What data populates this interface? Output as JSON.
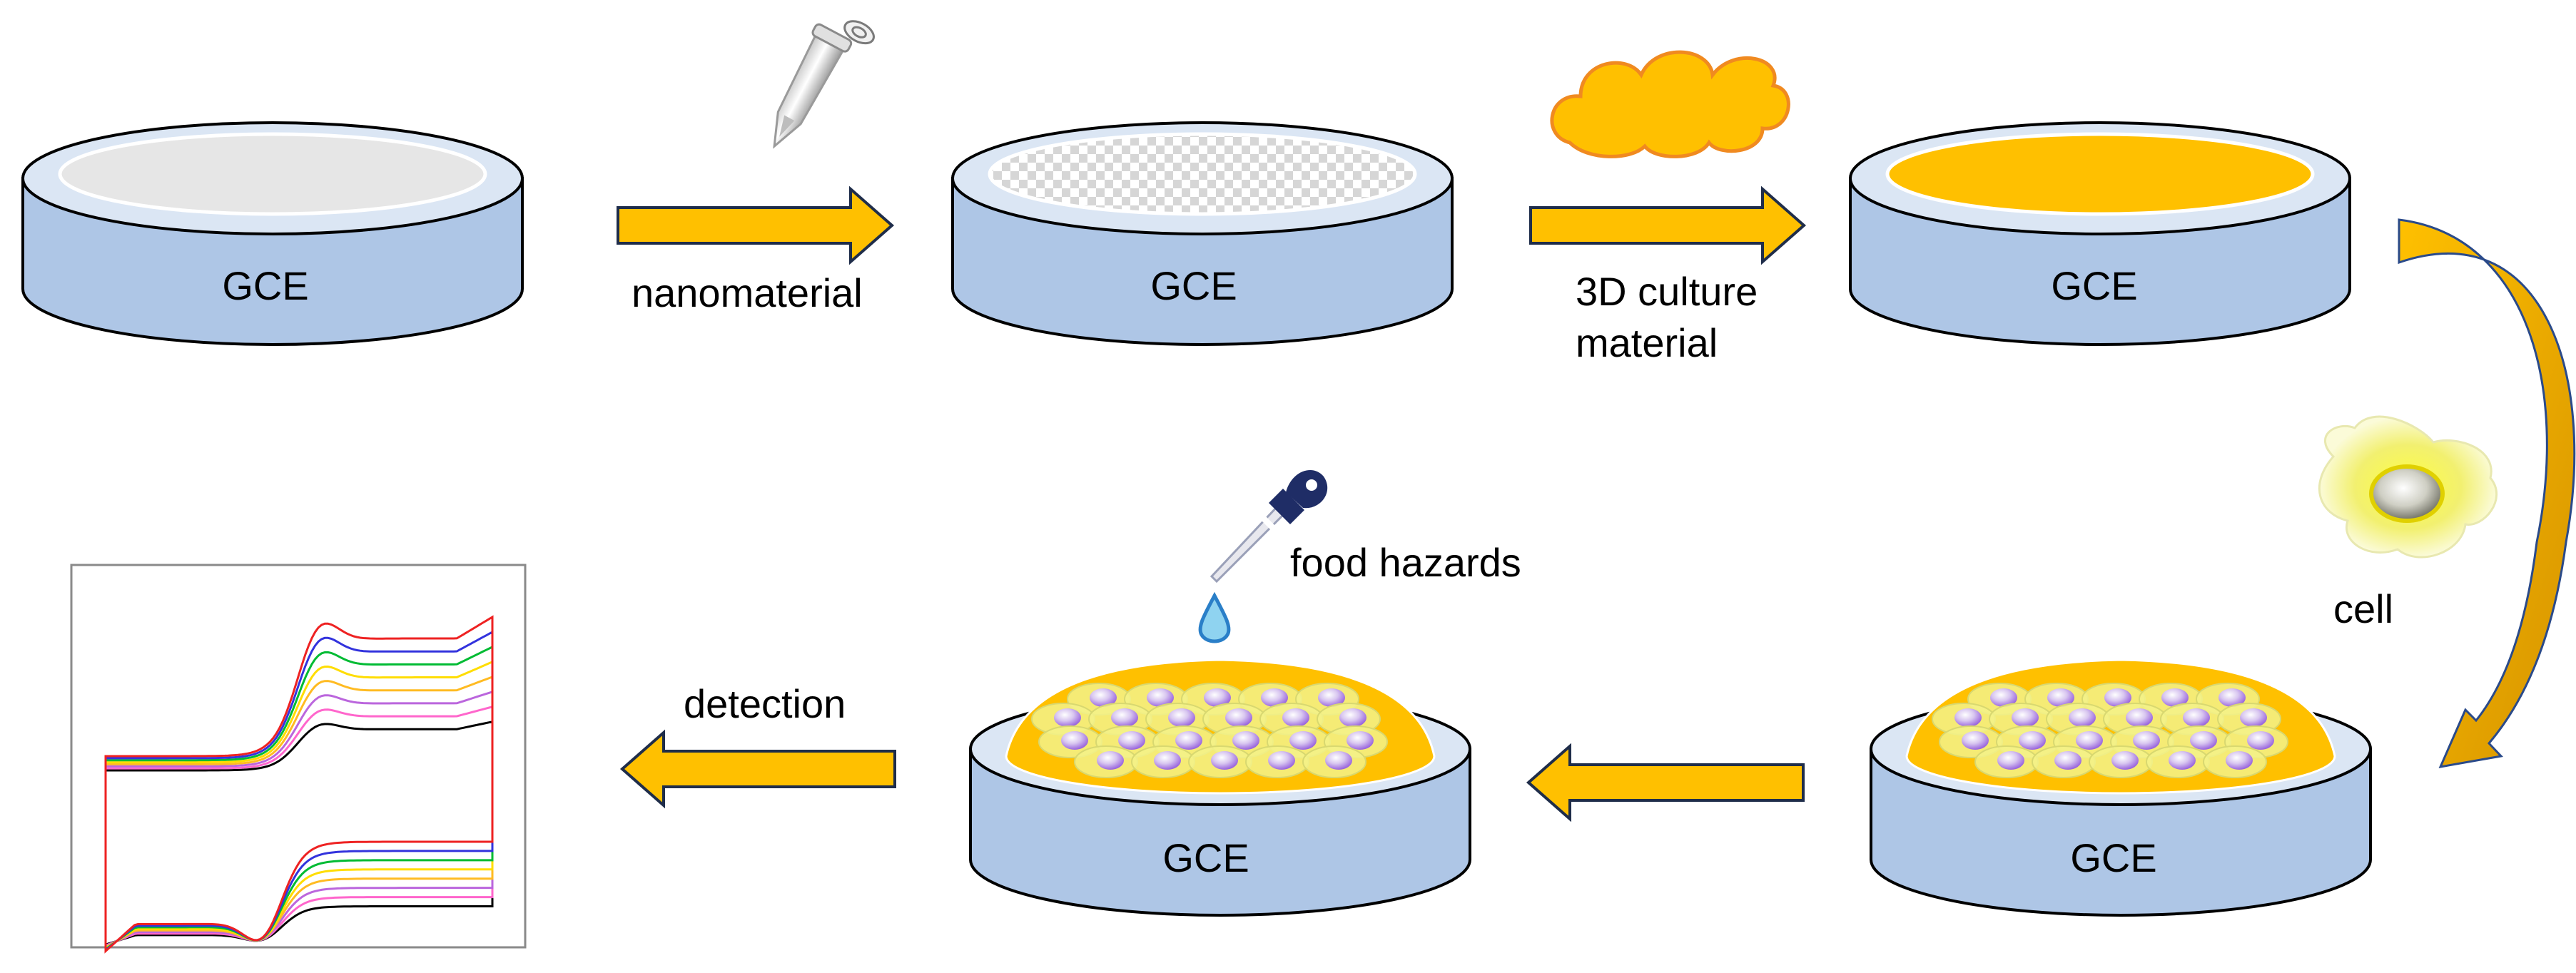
{
  "electrode_label": "GCE",
  "steps": {
    "nanomaterial": "nanomaterial",
    "culture_line1": "3D culture",
    "culture_line2": "material",
    "cell": "cell",
    "food_hazards": "food hazards",
    "detection": "detection"
  },
  "icons": {
    "tube": "microcentrifuge-tube-icon",
    "cloud": "3d-culture-material-cloud-icon",
    "cell": "cell-icon",
    "dropper": "dropper-icon",
    "droplet": "droplet-icon"
  },
  "colors": {
    "electrode_body": "#aec6e6",
    "electrode_rim": "#dbe6f4",
    "arrow_fill": "#ffc000",
    "arrow_stroke": "#1f2d4a",
    "culture_material": "#ffc000",
    "curved_arrow": "#e5a00d",
    "cv_curves": [
      "#000000",
      "#ff66cc",
      "#bb66dd",
      "#ffbb22",
      "#ffdd00",
      "#00bb33",
      "#3333dd",
      "#ee2222"
    ]
  }
}
